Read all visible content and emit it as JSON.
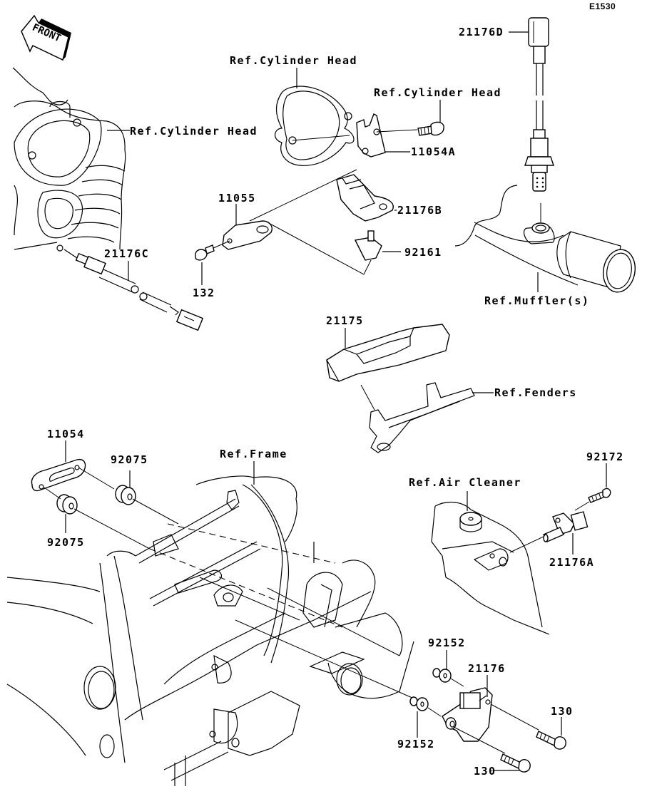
{
  "diagram": {
    "figure_code": "E1530",
    "front_indicator": "FRONT",
    "reference_labels": {
      "cylinder_head_top": "Ref.Cylinder Head",
      "cylinder_head_bolt": "Ref.Cylinder Head",
      "cylinder_head_left": "Ref.Cylinder Head",
      "mufflers": "Ref.Muffler(s)",
      "fenders": "Ref.Fenders",
      "frame": "Ref.Frame",
      "air_cleaner": "Ref.Air Cleaner"
    },
    "parts": [
      {
        "id": "p21176D",
        "number": "21176D",
        "name": "oxygen-sensor"
      },
      {
        "id": "p11054A",
        "number": "11054A",
        "name": "bracket"
      },
      {
        "id": "p11055",
        "number": "11055",
        "name": "bracket"
      },
      {
        "id": "p21176B",
        "number": "21176B",
        "name": "pressure-sensor"
      },
      {
        "id": "p92161",
        "number": "92161",
        "name": "damper"
      },
      {
        "id": "p132",
        "number": "132",
        "name": "bolt"
      },
      {
        "id": "p21176C",
        "number": "21176C",
        "name": "temperature-sensor"
      },
      {
        "id": "p21175",
        "number": "21175",
        "name": "ecu"
      },
      {
        "id": "p11054",
        "number": "11054",
        "name": "bracket"
      },
      {
        "id": "p92075_top",
        "number": "92075",
        "name": "damper"
      },
      {
        "id": "p92075_bottom",
        "number": "92075",
        "name": "damper"
      },
      {
        "id": "p92172",
        "number": "92172",
        "name": "screw"
      },
      {
        "id": "p21176A",
        "number": "21176A",
        "name": "intake-air-temp-sensor"
      },
      {
        "id": "p92152_top",
        "number": "92152",
        "name": "collar"
      },
      {
        "id": "p92152_bottom",
        "number": "92152",
        "name": "collar"
      },
      {
        "id": "p21176",
        "number": "21176",
        "name": "tip-over-sensor"
      },
      {
        "id": "p130_right",
        "number": "130",
        "name": "bolt"
      },
      {
        "id": "p130_bottom",
        "number": "130",
        "name": "bolt"
      }
    ]
  }
}
